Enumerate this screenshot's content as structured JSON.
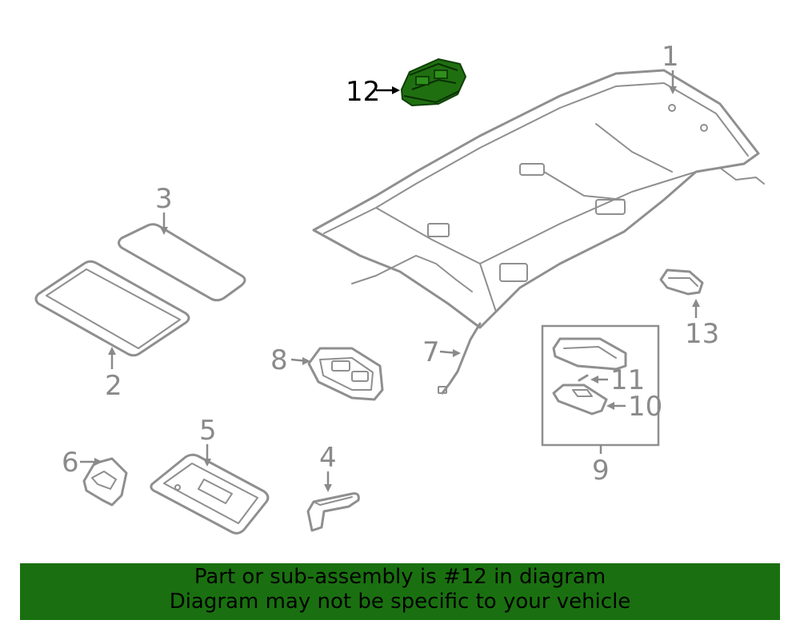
{
  "colors": {
    "highlight": "#1f6f10",
    "part_stroke": "#8f8f8f",
    "label_text": "#8a8a8a",
    "banner_bg": "#1a7010"
  },
  "callouts": [
    {
      "id": "1",
      "text": "1"
    },
    {
      "id": "2",
      "text": "2"
    },
    {
      "id": "3",
      "text": "3"
    },
    {
      "id": "4",
      "text": "4"
    },
    {
      "id": "5",
      "text": "5"
    },
    {
      "id": "6",
      "text": "6"
    },
    {
      "id": "7",
      "text": "7"
    },
    {
      "id": "8",
      "text": "8"
    },
    {
      "id": "9",
      "text": "9"
    },
    {
      "id": "10",
      "text": "10"
    },
    {
      "id": "11",
      "text": "11"
    },
    {
      "id": "12",
      "text": "12"
    },
    {
      "id": "13",
      "text": "13"
    }
  ],
  "highlighted_part": "12",
  "banner": {
    "line1": "Part or sub-assembly is #12 in diagram",
    "line2": "Diagram may not be specific to your vehicle"
  }
}
